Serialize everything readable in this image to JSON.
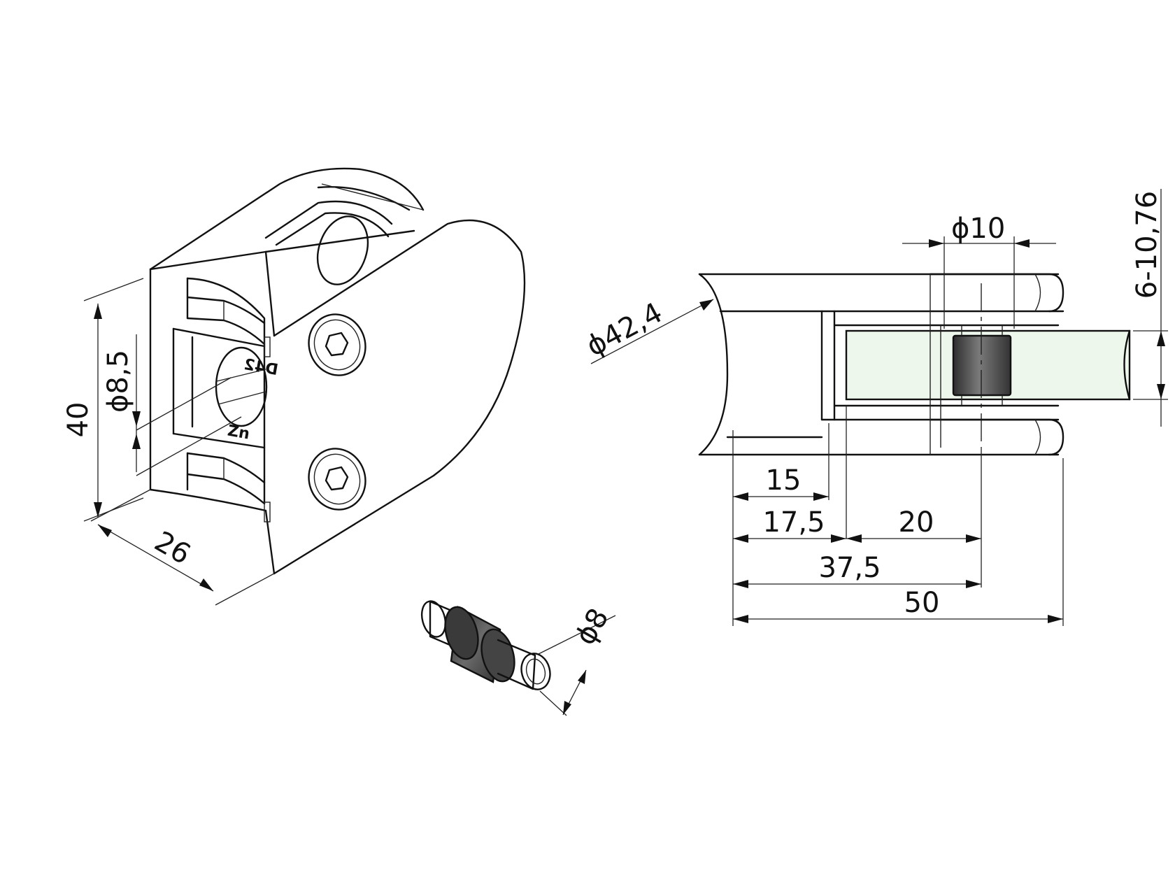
{
  "clamp_view": {
    "engravings": [
      "D42",
      "Zn"
    ],
    "dimensions": {
      "height": "40",
      "depth": "26",
      "hole_diameter": "8,5"
    },
    "diameter_symbol": "ϕ"
  },
  "pin_view": {
    "dimensions": {
      "diameter": "8"
    },
    "diameter_symbol": "ϕ"
  },
  "section_view": {
    "dimensions": {
      "tube_diameter": "42,4",
      "pin_diameter": "10",
      "glass_thickness": "6-10,76",
      "d15": "15",
      "d17_5": "17,5",
      "d20": "20",
      "d37_5": "37,5",
      "d50": "50"
    },
    "diameter_symbol": "ϕ",
    "colors": {
      "glass_fill": "#eef7ec",
      "rubber_fill": "#555555"
    }
  }
}
